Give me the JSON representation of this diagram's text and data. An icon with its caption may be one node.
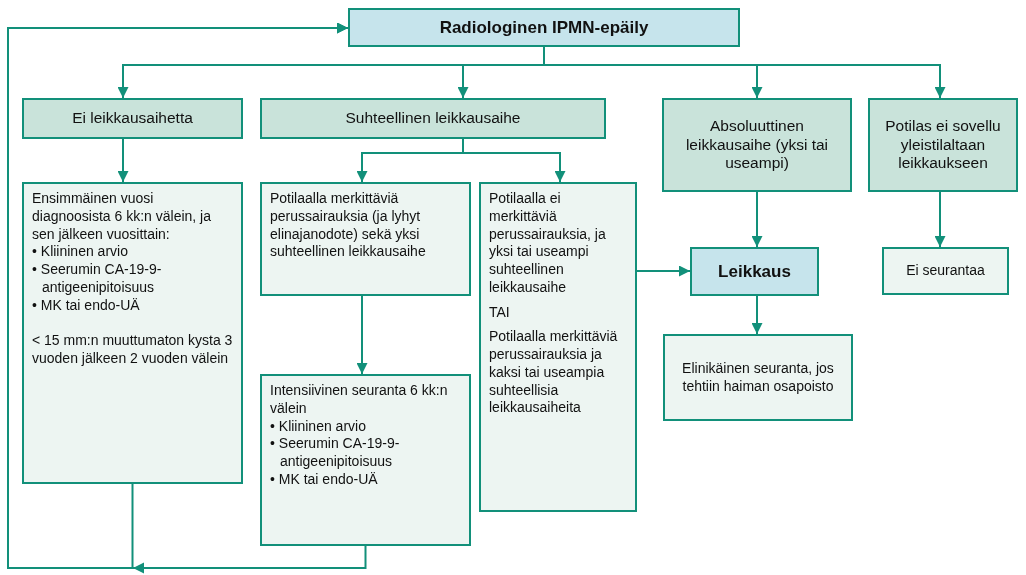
{
  "diagram": {
    "nodes": [
      {
        "text": [
          "Radiologinen IPMN-epäily"
        ]
      },
      {
        "text": [
          "Ei leikkausaihetta"
        ]
      },
      {
        "text": [
          "Suhteellinen leikkausaihe"
        ]
      },
      {
        "text": [
          "Absoluuttinen leikkausaihe (yksi tai useampi)"
        ]
      },
      {
        "text": [
          "Potilas ei sovellu yleistilaltaan leikkaukseen"
        ]
      },
      {
        "text": [
          "Ensimmäinen vuosi diagnoosista 6 kk:n välein, ja sen jälkeen vuosittain:",
          "• Kliininen arvio",
          "• Seerumin CA-19-9-antigeenipitoisuus",
          "• MK tai endo-UÄ",
          "< 15 mm:n muuttumaton kysta 3 vuoden jälkeen 2 vuoden välein"
        ]
      },
      {
        "text": [
          "Potilaalla merkittäviä perussairauksia (ja lyhyt elinajanodote) sekä yksi suhteellinen leikkausaihe"
        ]
      },
      {
        "text": [
          "Potilaalla ei merkittäviä perussairauksia, ja yksi tai useampi suhteellinen leikkausaihe",
          "TAI",
          "Potilaalla merkittäviä perussairauksia ja kaksi tai useampia suhteellisia leikkausaiheita"
        ]
      },
      {
        "text": [
          "Leikkaus"
        ]
      },
      {
        "text": [
          "Ei seurantaa"
        ]
      },
      {
        "text": [
          "Intensiivinen seuranta 6 kk:n välein",
          "• Kliininen arvio",
          "• Seerumin CA-19-9-antigeenipitoisuus",
          "• MK tai endo-UÄ"
        ]
      },
      {
        "text": [
          "Elinikäinen seuranta, jos tehtiin haiman osapoisto"
        ]
      }
    ],
    "edges": [
      {
        "from": 0,
        "to": 1,
        "arrow": "to"
      },
      {
        "from": 0,
        "to": 2,
        "arrow": "to"
      },
      {
        "from": 0,
        "to": 3,
        "arrow": "to"
      },
      {
        "from": 0,
        "to": 4,
        "arrow": "to"
      },
      {
        "from": 1,
        "to": 5,
        "arrow": "to"
      },
      {
        "from": 2,
        "to": 6,
        "arrow": "to"
      },
      {
        "from": 2,
        "to": 7,
        "arrow": "to"
      },
      {
        "from": 3,
        "to": 8,
        "arrow": "to"
      },
      {
        "from": 4,
        "to": 9,
        "arrow": "to"
      },
      {
        "from": 6,
        "to": 10,
        "arrow": "to"
      },
      {
        "from": 7,
        "to": 8,
        "arrow": "to"
      },
      {
        "from": 8,
        "to": 11,
        "arrow": "to"
      },
      {
        "from": 5,
        "to": 0,
        "arrow": "to"
      },
      {
        "from": 10,
        "to": 0,
        "arrow": "to"
      }
    ]
  }
}
